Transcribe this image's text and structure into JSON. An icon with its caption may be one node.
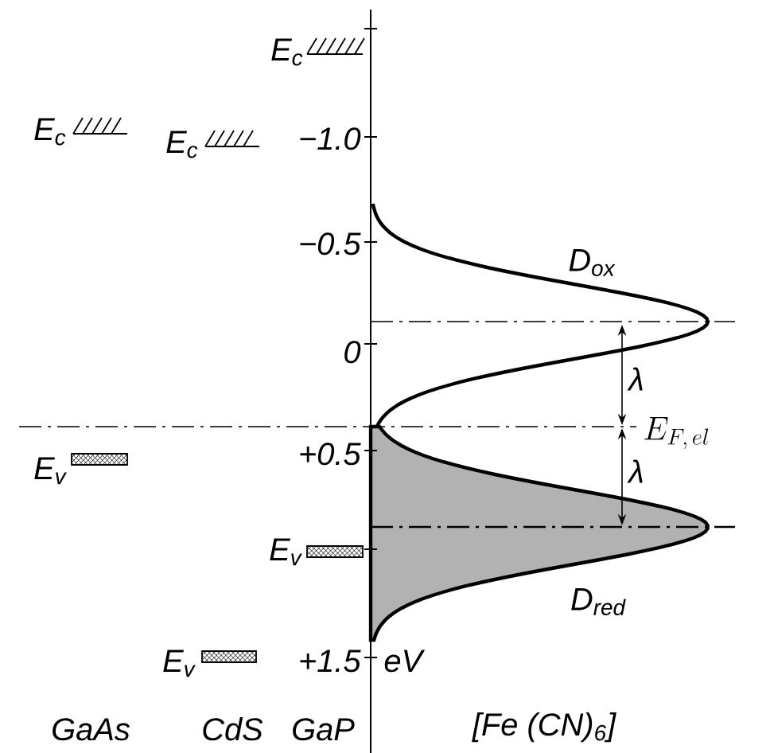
{
  "diagram": {
    "labels": [
      "E$_{c}$",
      "E$_{c}$",
      "E$_{c}$",
      "−1.0",
      "−0.5",
      "D$_{ox}$",
      "0",
      "λ",
      "E_{F,\\,el}",
      "E$_{v}$",
      "+0.5",
      "λ",
      "E$_{v}$",
      "D$_{red}$",
      "E$_{v}$",
      "+1.5",
      "eV",
      "GaAs",
      "CdS",
      "GaP",
      "[Fe (CN)$_{6}$]"
    ]
  }
}
